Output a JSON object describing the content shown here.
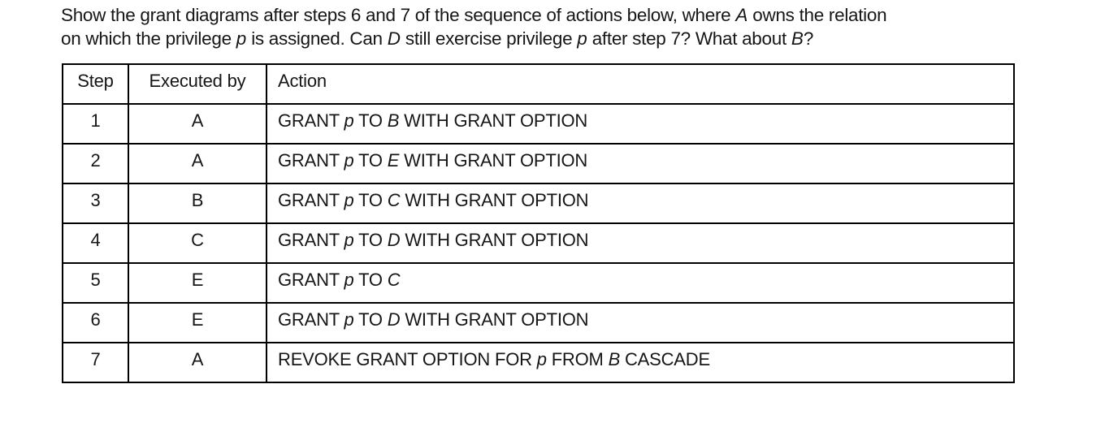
{
  "question": {
    "line1": [
      {
        "t": "Show the grant diagrams after steps 6 and 7 of the sequence of actions below, where "
      },
      {
        "t": "A",
        "i": true
      },
      {
        "t": " owns the relation"
      }
    ],
    "line2": [
      {
        "t": "on which the privilege "
      },
      {
        "t": "p",
        "i": true
      },
      {
        "t": " is assigned. Can "
      },
      {
        "t": "D",
        "i": true
      },
      {
        "t": " still exercise privilege "
      },
      {
        "t": "p",
        "i": true
      },
      {
        "t": " after step 7? What about "
      },
      {
        "t": "B",
        "i": true
      },
      {
        "t": "?"
      }
    ]
  },
  "table": {
    "headers": [
      "Step",
      "Executed by",
      "Action"
    ],
    "rows": [
      {
        "step": "1",
        "executed_by": "A",
        "action": [
          {
            "t": "GRANT "
          },
          {
            "t": "p",
            "i": true
          },
          {
            "t": " TO "
          },
          {
            "t": "B",
            "i": true
          },
          {
            "t": " WITH GRANT OPTION"
          }
        ]
      },
      {
        "step": "2",
        "executed_by": "A",
        "action": [
          {
            "t": "GRANT "
          },
          {
            "t": "p",
            "i": true
          },
          {
            "t": " TO "
          },
          {
            "t": "E",
            "i": true
          },
          {
            "t": " WITH GRANT OPTION"
          }
        ]
      },
      {
        "step": "3",
        "executed_by": "B",
        "action": [
          {
            "t": "GRANT "
          },
          {
            "t": "p",
            "i": true
          },
          {
            "t": " TO "
          },
          {
            "t": "C",
            "i": true
          },
          {
            "t": " WITH GRANT OPTION"
          }
        ]
      },
      {
        "step": "4",
        "executed_by": "C",
        "action": [
          {
            "t": "GRANT "
          },
          {
            "t": "p",
            "i": true
          },
          {
            "t": " TO "
          },
          {
            "t": "D",
            "i": true
          },
          {
            "t": " WITH GRANT OPTION"
          }
        ]
      },
      {
        "step": "5",
        "executed_by": "E",
        "action": [
          {
            "t": "GRANT "
          },
          {
            "t": "p",
            "i": true
          },
          {
            "t": " TO "
          },
          {
            "t": "C",
            "i": true
          }
        ]
      },
      {
        "step": "6",
        "executed_by": "E",
        "action": [
          {
            "t": "GRANT "
          },
          {
            "t": "p",
            "i": true
          },
          {
            "t": " TO "
          },
          {
            "t": "D",
            "i": true
          },
          {
            "t": " WITH GRANT OPTION"
          }
        ]
      },
      {
        "step": "7",
        "executed_by": "A",
        "action": [
          {
            "t": "REVOKE GRANT OPTION FOR "
          },
          {
            "t": "p",
            "i": true
          },
          {
            "t": " FROM "
          },
          {
            "t": "B",
            "i": true
          },
          {
            "t": " CASCADE"
          }
        ]
      }
    ]
  },
  "colors": {
    "text": "#161616",
    "table_border": "#000000",
    "background": "#ffffff"
  }
}
